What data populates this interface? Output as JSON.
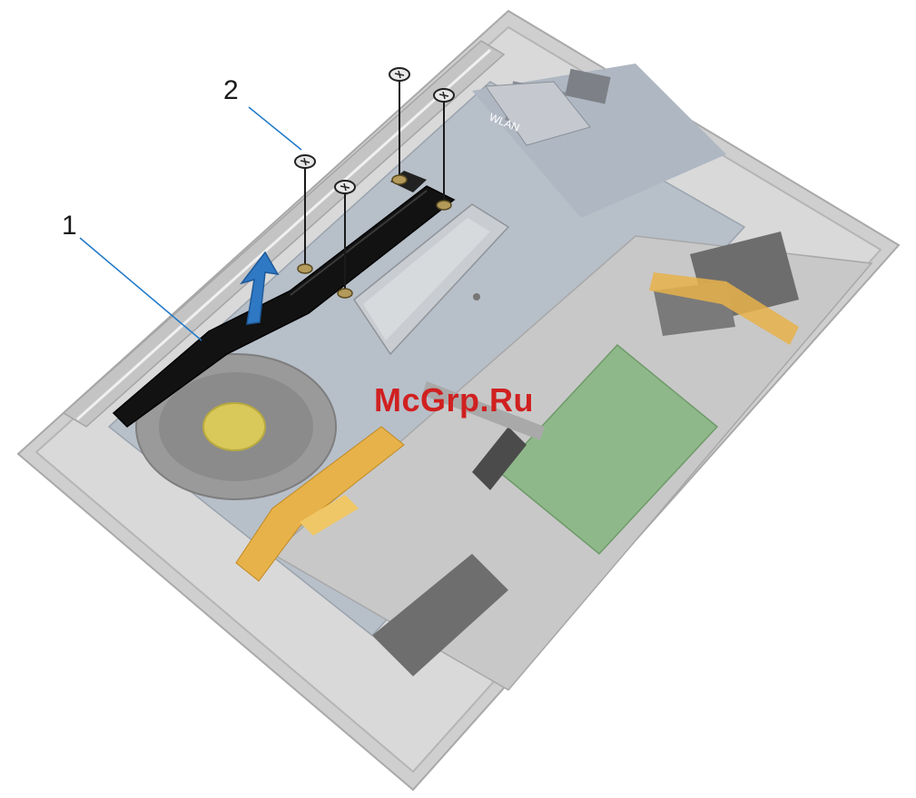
{
  "callouts": {
    "one": "1",
    "two": "2"
  },
  "board_labels": {
    "wlan": "WLAN"
  },
  "watermark": "McGrp.Ru",
  "colors": {
    "callout_line": "#1f78c8",
    "heat_pipe": "#121212",
    "chassis": "#bdbdbd",
    "flex_cable": "#e7b24a",
    "touchpad_board": "#8fb88a",
    "arrow": "#2f78c4",
    "watermark": "#d02020"
  },
  "icons": {
    "arrow": "lift-arrow-icon",
    "screw": "screw-icon",
    "fan": "fan-icon"
  }
}
